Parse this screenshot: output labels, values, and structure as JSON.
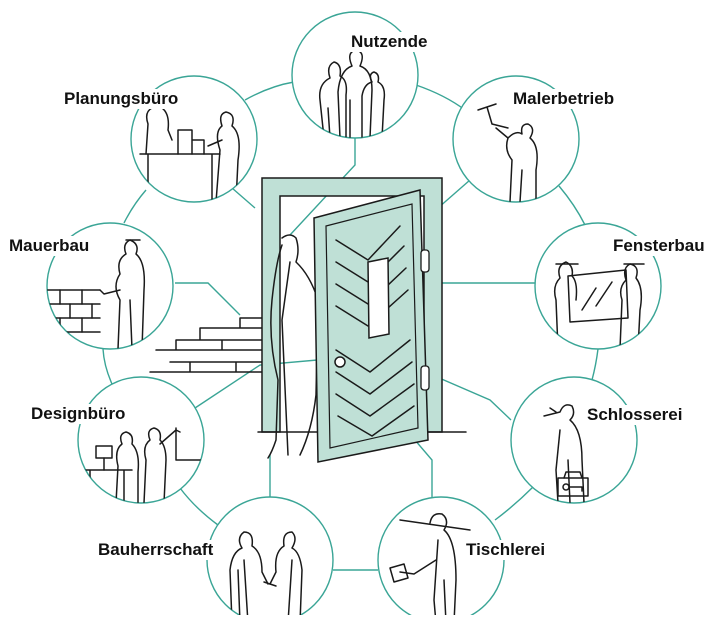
{
  "colors": {
    "accent": "#3aa596",
    "door_fill": "#bfe0d6",
    "ink": "#1a1a1a"
  },
  "stakeholders": [
    {
      "id": "nutzende",
      "label": "Nutzende",
      "icon": "group-of-people-icon"
    },
    {
      "id": "malerbetrieb",
      "label": "Malerbetrieb",
      "icon": "painter-with-roller-icon"
    },
    {
      "id": "fensterbau",
      "label": "Fensterbau",
      "icon": "workers-carrying-window-icon"
    },
    {
      "id": "schlosserei",
      "label": "Schlosserei",
      "icon": "locksmith-with-key-case-icon"
    },
    {
      "id": "tischlerei",
      "label": "Tischlerei",
      "icon": "carpenter-handshake-icon"
    },
    {
      "id": "bauherrschaft",
      "label": "Bauherrschaft",
      "icon": "clients-handshake-icon"
    },
    {
      "id": "designbuero",
      "label": "Designbüro",
      "icon": "designers-at-desk-icon"
    },
    {
      "id": "mauerbau",
      "label": "Mauerbau",
      "icon": "bricklayer-icon"
    },
    {
      "id": "planungsbuero",
      "label": "Planungsbüro",
      "icon": "planners-with-model-icon"
    }
  ],
  "center": {
    "icon": "open-door-with-person-icon"
  }
}
